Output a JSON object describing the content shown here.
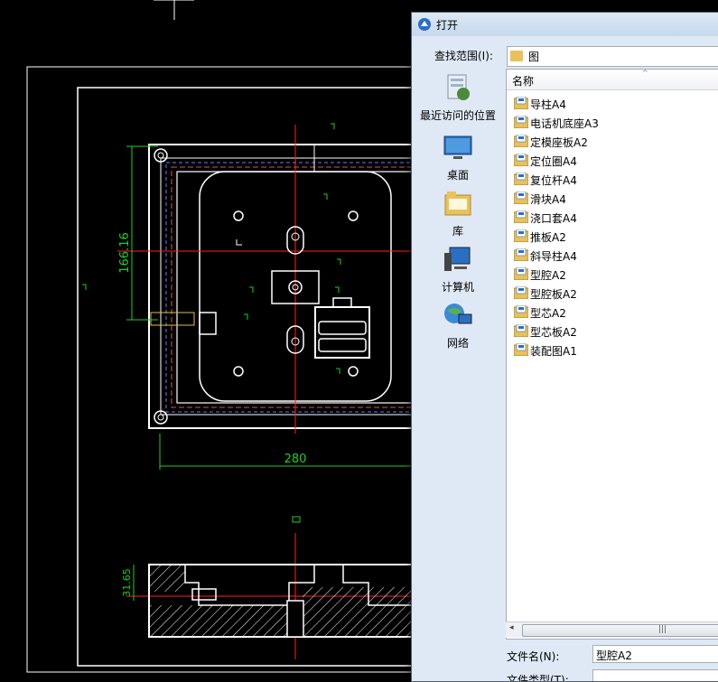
{
  "cad": {
    "dim_width": "280",
    "dim_height": "166.16",
    "dim_small": "31.65"
  },
  "dialog": {
    "title": "打开",
    "look_in_label": "查找范围(I):",
    "look_in_value": "图",
    "places": [
      {
        "label": "最近访问的位置",
        "icon": "recent-places-icon"
      },
      {
        "label": "桌面",
        "icon": "desktop-icon"
      },
      {
        "label": "库",
        "icon": "library-icon"
      },
      {
        "label": "计算机",
        "icon": "computer-icon"
      },
      {
        "label": "网络",
        "icon": "network-icon"
      }
    ],
    "column_name": "名称",
    "files": [
      "导柱A4",
      "电话机底座A3",
      "定模座板A2",
      "定位圈A4",
      "复位杆A4",
      "滑块A4",
      "浇口套A4",
      "推板A2",
      "斜导柱A4",
      "型腔A2",
      "型腔板A2",
      "型芯A2",
      "型芯板A2",
      "装配图A1"
    ],
    "file_name_label": "文件名(N):",
    "file_name_value": "型腔A2",
    "file_type_label": "文件类型(T):",
    "colors": {
      "cad_background": "#000000",
      "cad_lines": "#ffffff",
      "centerline": "#ff2020",
      "dimension": "#20d020",
      "dialog_bg": "#dfe9f5"
    }
  }
}
